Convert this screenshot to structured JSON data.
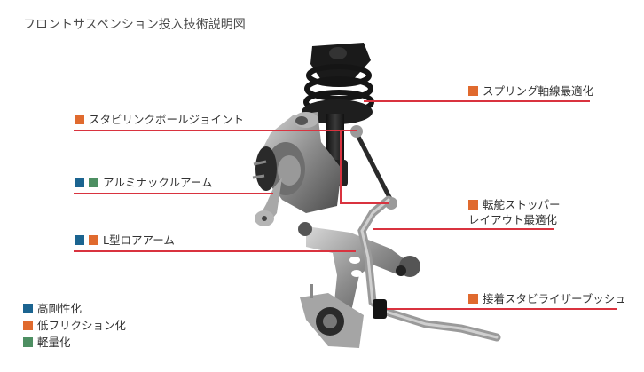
{
  "title": "フロントサスペンション投入技術説明図",
  "colors": {
    "rigidity": "#1b6490",
    "low_friction": "#e06a2e",
    "lightweight": "#4d8f62",
    "leader_line": "#d9333f"
  },
  "callouts": {
    "stabi_link": {
      "label": "スタビリンクボールジョイント",
      "tags": [
        "low_friction"
      ]
    },
    "aluminum_knuckle": {
      "label": "アルミナックルアーム",
      "tags": [
        "rigidity",
        "lightweight"
      ]
    },
    "l_lower_arm": {
      "label": "L型ロアアーム",
      "tags": [
        "rigidity",
        "low_friction"
      ]
    },
    "spring_axis": {
      "label": "スプリング軸線最適化",
      "tags": [
        "low_friction"
      ]
    },
    "steering_stopper": {
      "label_line1": "転舵ストッパー",
      "label_line2": "レイアウト最適化",
      "tags": [
        "low_friction"
      ]
    },
    "stabilizer_bush": {
      "label": "接着スタビライザーブッシュ",
      "tags": [
        "low_friction"
      ]
    }
  },
  "legend": [
    {
      "key": "rigidity",
      "label": "高剛性化"
    },
    {
      "key": "low_friction",
      "label": "低フリクション化"
    },
    {
      "key": "lightweight",
      "label": "軽量化"
    }
  ]
}
